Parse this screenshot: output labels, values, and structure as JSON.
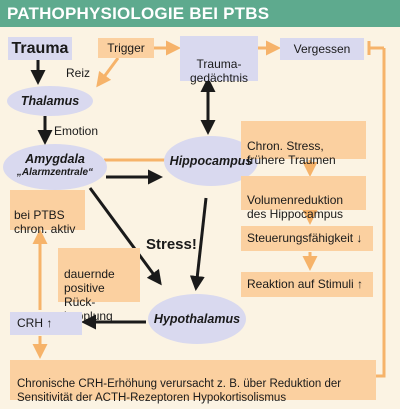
{
  "title": "PATHOPHYSIOLOGIE BEI PTBS",
  "nodes": {
    "trauma": "Trauma",
    "trigger": "Trigger",
    "trauma_memory": "Trauma-\ngedächtnis",
    "forgetting": "Vergessen",
    "thalamus": "Thalamus",
    "amygdala": "Amygdala",
    "amygdala_sub": "„Alarmzentrale“",
    "hippocampus": "Hippocampus",
    "hypothalamus": "Hypothalamus",
    "ptbs_active": "bei PTBS\nchron. aktiv",
    "feedback": "dauernde\npositive Rück-\nkopplung",
    "crh": "CRH ↑",
    "chronic_stress": "Chron. Stress,\nfrühere Traumen",
    "volume_reduction": "Volumenreduktion\ndes Hippocampus",
    "control": "Steuerungsfähigkeit ↓",
    "reaction": "Reaktion auf Stimuli ↑",
    "bottom_note": "Chronische CRH-Erhöhung verursacht z. B. über Reduktion der\nSensitivität der ACTH-Rezeptoren Hypokortisolismus"
  },
  "labels": {
    "reiz": "Reiz",
    "emotion": "Emotion",
    "stress": "Stress!"
  },
  "colors": {
    "header": "#5eaa8e",
    "background": "#fbf3e3",
    "lavender": "#d9d9ef",
    "orange_box": "#fbd0a0",
    "orange_arrow": "#f6b36a",
    "black_arrow": "#1a1a1a"
  }
}
